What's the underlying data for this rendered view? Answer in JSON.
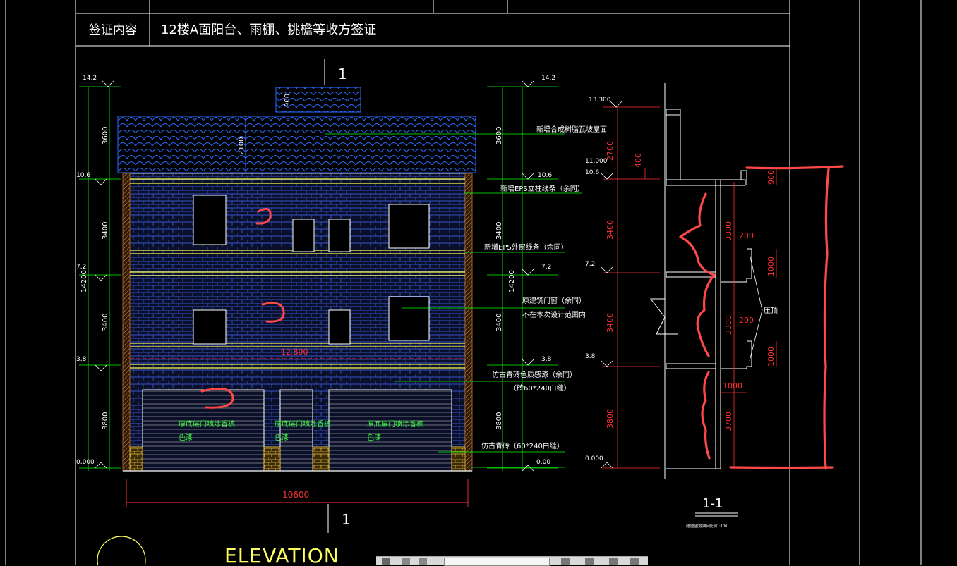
{
  "header": {
    "label": "签证内容",
    "value": "12楼A面阳台、雨棚、挑檐等收方签证"
  },
  "elevation": {
    "section_mark": "1",
    "levels": [
      "14.2",
      "10.6",
      "7.2",
      "3.8",
      "0.000"
    ],
    "right_levels": [
      "14.2",
      "10.6",
      "7.2",
      "3.8",
      "0.00"
    ],
    "left_dims": [
      "3600",
      "3400",
      "3400",
      "3800"
    ],
    "total_height": "14200",
    "right_dims": [
      "3600",
      "3400",
      "3400",
      "3800"
    ],
    "right_total": "14200",
    "roof_dims": [
      "900",
      "2100"
    ],
    "width_dim": "10600",
    "mid_label": "12.800",
    "notes": {
      "roof": "新增合成树脂瓦坡屋面",
      "eps_col": "新增EPS立柱线条（余同）",
      "eps_win": "新增EPS外窗线条（余同）",
      "window1": "原建筑门窗（余同）",
      "window2": "不在本次设计范围内",
      "tile1": "仿古青砖色质感漆（余同）",
      "tile2": "（砖60*240白缝）",
      "base": "仿古青砖（60*240白缝）"
    },
    "shop_labels": [
      "原底层门喷涂香槟",
      "色漆"
    ],
    "title": "ELEVATION"
  },
  "section": {
    "title": "1-1",
    "subtitle": "(剖面图)楼梯间比例1:100",
    "levels": [
      "13.300",
      "11.000",
      "10.6",
      "7.2",
      "3.8",
      "0.000"
    ],
    "dims_left": [
      "2700",
      "3400",
      "3400",
      "3800"
    ],
    "dim_400": "400",
    "dims_right": [
      "3300",
      "3300",
      "3700"
    ],
    "dims_small": [
      "900",
      "1000",
      "1000",
      "200",
      "200",
      "1000"
    ],
    "note": "压顶"
  },
  "colors": {
    "line": "#ffffff",
    "dim": "#00ff00",
    "red": "#ff3030",
    "brick": "#2a3a8c",
    "roof": "#1f58ff",
    "yellow": "#ffff40",
    "annot": "#ff5a5a"
  }
}
